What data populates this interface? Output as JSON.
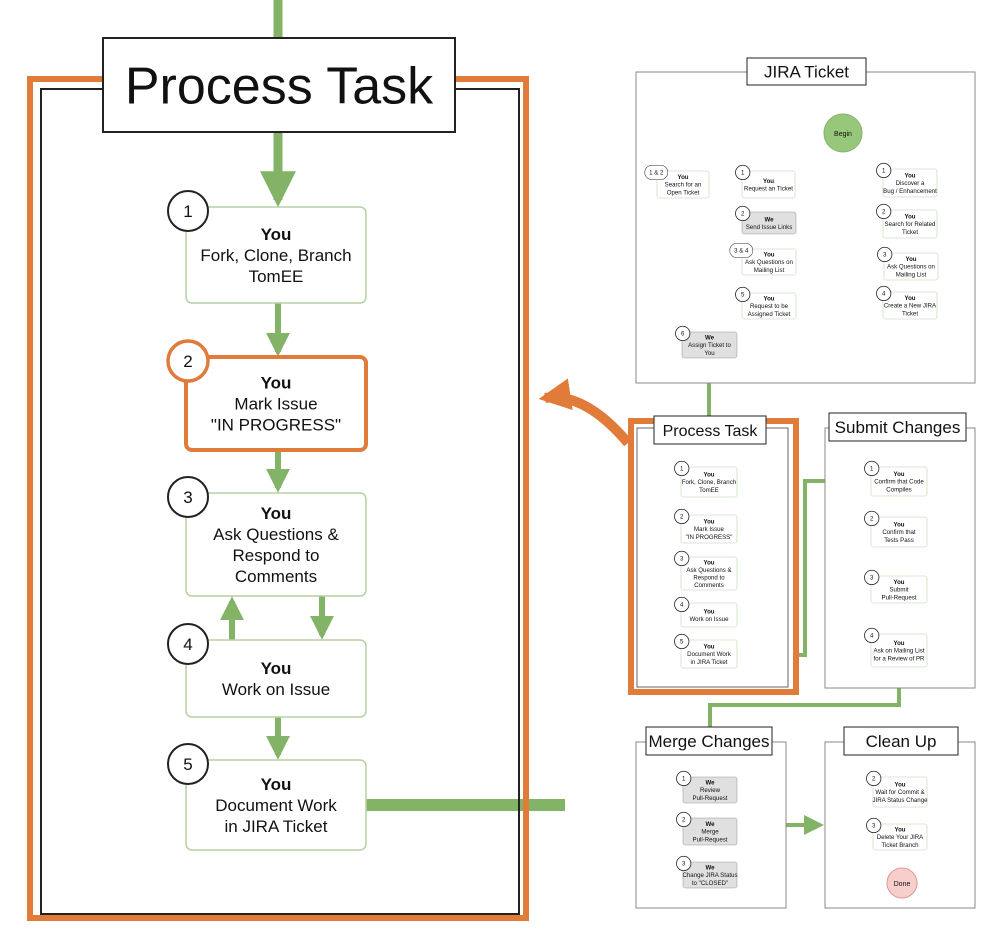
{
  "colors": {
    "flow_green": "#82B366",
    "highlight_orange": "#E07B39",
    "we_gray": "#E0E0E0",
    "begin_green": "#97C77A",
    "done_red": "#F8CECC"
  },
  "main_panel": {
    "title": "Process Task",
    "steps": [
      {
        "badge": "1",
        "role": "You",
        "lines": [
          "Fork, Clone, Branch",
          "TomEE"
        ]
      },
      {
        "badge": "2",
        "role": "You",
        "lines": [
          "Mark Issue",
          "\"IN PROGRESS\""
        ],
        "highlighted": true
      },
      {
        "badge": "3",
        "role": "You",
        "lines": [
          "Ask Questions &",
          "Respond to",
          "Comments"
        ]
      },
      {
        "badge": "4",
        "role": "You",
        "lines": [
          "Work on Issue"
        ]
      },
      {
        "badge": "5",
        "role": "You",
        "lines": [
          "Document Work",
          "in JIRA Ticket"
        ]
      }
    ]
  },
  "jira_ticket": {
    "title": "JIRA Ticket",
    "begin_label": "Begin",
    "nodes": [
      {
        "badge": "1 & 2",
        "role": "You",
        "lines": [
          "Search for an",
          "Open Ticket"
        ]
      },
      {
        "badge": "1",
        "role": "You",
        "lines": [
          "Request an Ticket"
        ]
      },
      {
        "badge": "2",
        "role": "We",
        "lines": [
          "Send Issue Links"
        ]
      },
      {
        "badge": "3 & 4",
        "role": "You",
        "lines": [
          "Ask Questions on",
          "Mailing List"
        ]
      },
      {
        "badge": "5",
        "role": "You",
        "lines": [
          "Request to be",
          "Assigned Ticket"
        ]
      },
      {
        "badge": "6",
        "role": "We",
        "lines": [
          "Assign Ticket to",
          "You"
        ]
      },
      {
        "badge": "1",
        "role": "You",
        "lines": [
          "Discover a",
          "Bug / Enhancement"
        ]
      },
      {
        "badge": "2",
        "role": "You",
        "lines": [
          "Search for Related",
          "Ticket"
        ]
      },
      {
        "badge": "3",
        "role": "You",
        "lines": [
          "Ask Questions on",
          "Mailing List"
        ]
      },
      {
        "badge": "4",
        "role": "You",
        "lines": [
          "Create a New JIRA",
          "Ticket"
        ]
      }
    ]
  },
  "process_task": {
    "title": "Process Task",
    "nodes": [
      {
        "badge": "1",
        "role": "You",
        "lines": [
          "Fork, Clone, Branch",
          "TomEE"
        ]
      },
      {
        "badge": "2",
        "role": "You",
        "lines": [
          "Mark Issue",
          "\"IN PROGRESS\""
        ]
      },
      {
        "badge": "3",
        "role": "You",
        "lines": [
          "Ask Questions &",
          "Respond to",
          "Comments"
        ]
      },
      {
        "badge": "4",
        "role": "You",
        "lines": [
          "Work on Issue"
        ]
      },
      {
        "badge": "5",
        "role": "You",
        "lines": [
          "Document Work",
          "in JIRA Ticket"
        ]
      }
    ]
  },
  "submit_changes": {
    "title": "Submit Changes",
    "nodes": [
      {
        "badge": "1",
        "role": "You",
        "lines": [
          "Confirm that Code",
          "Compiles"
        ]
      },
      {
        "badge": "2",
        "role": "You",
        "lines": [
          "Confirm that",
          "Tests Pass"
        ]
      },
      {
        "badge": "3",
        "role": "You",
        "lines": [
          "Submit",
          "Pull-Request"
        ]
      },
      {
        "badge": "4",
        "role": "You",
        "lines": [
          "Ask on Mailing List",
          "for a Review of PR"
        ]
      }
    ]
  },
  "merge_changes": {
    "title": "Merge Changes",
    "nodes": [
      {
        "badge": "1",
        "role": "We",
        "lines": [
          "Review",
          "Pull-Request"
        ]
      },
      {
        "badge": "2",
        "role": "We",
        "lines": [
          "Merge",
          "Pull-Request"
        ]
      },
      {
        "badge": "3",
        "role": "We",
        "lines": [
          "Change JIRA Status",
          "to \"CLOSED\""
        ]
      }
    ]
  },
  "clean_up": {
    "title": "Clean Up",
    "done_label": "Done",
    "nodes": [
      {
        "badge": "2",
        "role": "You",
        "lines": [
          "Wait for Commit &",
          "JIRA Status Change"
        ]
      },
      {
        "badge": "3",
        "role": "You",
        "lines": [
          "Delete Your JIRA",
          "Ticket Branch"
        ]
      }
    ]
  }
}
